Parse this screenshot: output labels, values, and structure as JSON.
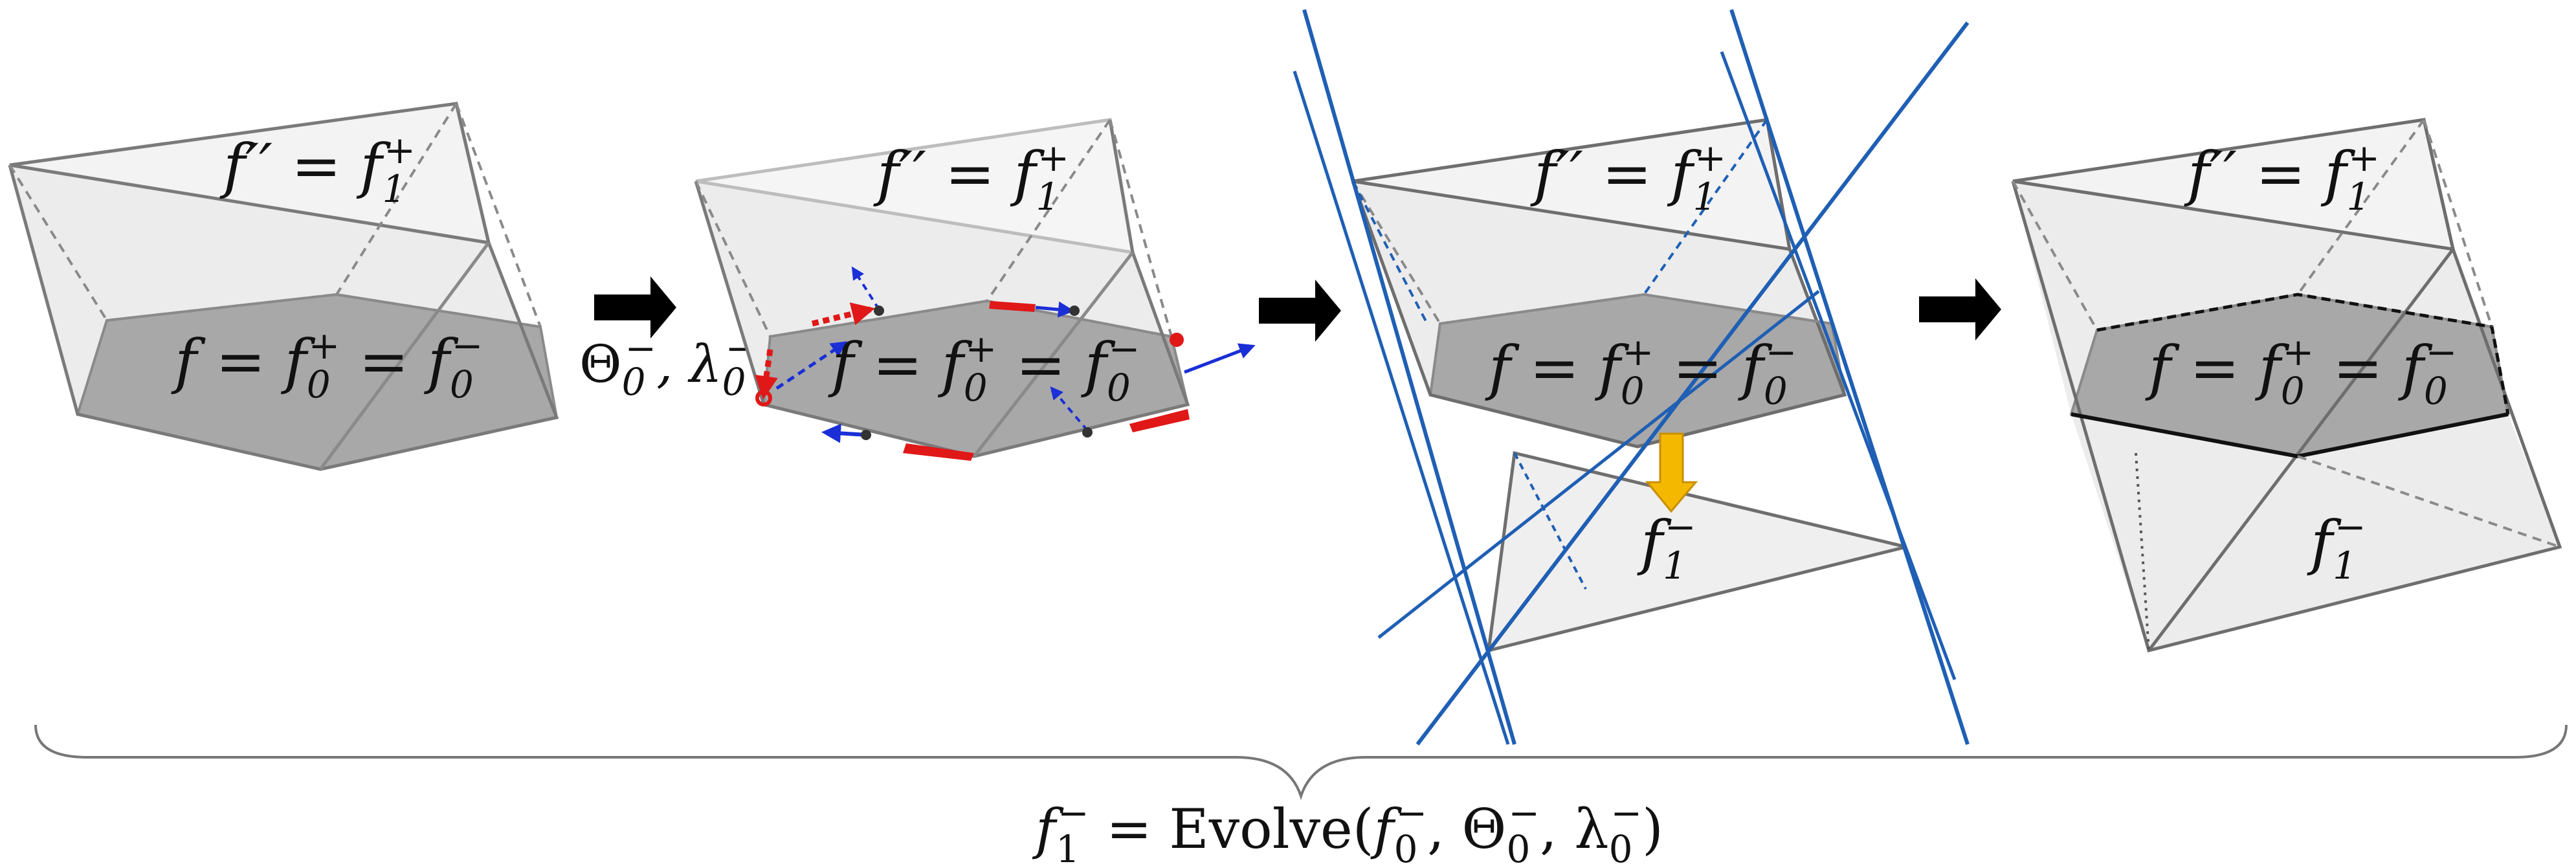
{
  "figure": {
    "panels": [
      {
        "id": "panel-1",
        "top_face_label": "f′′ = f",
        "top_face_sub": "1",
        "top_face_sup": "+",
        "mid_face_label": "f = f",
        "mid_face_sub1": "0",
        "mid_face_sup1": "+",
        "mid_face_eq": " = f",
        "mid_face_sub2": "0",
        "mid_face_sup2": "−"
      },
      {
        "id": "panel-2",
        "top_face_label": "f′′ = f",
        "top_face_sub": "1",
        "top_face_sup": "+",
        "mid_face_label": "f = f",
        "mid_face_sub1": "0",
        "mid_face_sup1": "+",
        "mid_face_eq": " = f",
        "mid_face_sub2": "0",
        "mid_face_sup2": "−"
      },
      {
        "id": "panel-3",
        "top_face_label": "f′′ = f",
        "top_face_sub": "1",
        "top_face_sup": "+",
        "mid_face_label": "f = f",
        "mid_face_sub1": "0",
        "mid_face_sup1": "+",
        "mid_face_eq": " = f",
        "mid_face_sub2": "0",
        "mid_face_sup2": "−",
        "bottom_face_label": "f",
        "bottom_face_sub": "1",
        "bottom_face_sup": "−"
      },
      {
        "id": "panel-4",
        "top_face_label": "f′′ = f",
        "top_face_sub": "1",
        "top_face_sup": "+",
        "mid_face_label": "f = f",
        "mid_face_sub1": "0",
        "mid_face_sup1": "+",
        "mid_face_eq": " = f",
        "mid_face_sub2": "0",
        "mid_face_sup2": "−",
        "bottom_face_label": "f",
        "bottom_face_sub": "1",
        "bottom_face_sup": "−"
      }
    ],
    "operator_label": {
      "theta": "Θ",
      "theta_sub": "0",
      "theta_sup": "−",
      "comma": ", ",
      "lambda": "λ",
      "lambda_sub": "0",
      "lambda_sup": "−"
    },
    "bottom_formula": {
      "lhs": "f",
      "lhs_sub": "1",
      "lhs_sup": "−",
      "eq": " = Evolve(",
      "a1": "f",
      "a1_sub": "0",
      "a1_sup": "−",
      "sep1": ", Θ",
      "a2_sub": "0",
      "a2_sup": "−",
      "sep2": ", λ",
      "a3_sub": "0",
      "a3_sup": "−",
      "close": ")"
    },
    "colors": {
      "face_light": "#ececec",
      "face_dark": "#a8a8a8",
      "edge": "#6e6e6e",
      "plane_line": "#1f5fb4",
      "arrow_black": "#000000",
      "vec_red": "#e01818",
      "vec_blue": "#1a2fd6",
      "vec_orange": "#f5b800"
    }
  }
}
